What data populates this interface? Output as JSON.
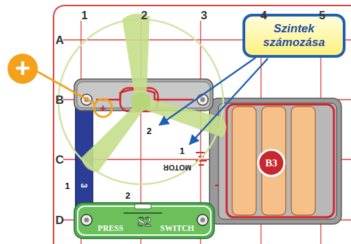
{
  "diagram": {
    "nodes": [
      {
        "text": [
          "+"
        ]
      },
      {
        "text": [
          "Szintek számozása"
        ]
      },
      {
        "text": [
          "MOTOR"
        ]
      },
      {
        "text": [
          "3"
        ]
      },
      {
        "text": [
          "B3"
        ]
      },
      {
        "text": [
          "PRESS",
          "S2",
          "SWITCH"
        ]
      }
    ],
    "labels": [
      "1",
      "2",
      "3",
      "4",
      "5",
      "A",
      "B",
      "C",
      "D",
      "+",
      "2",
      "1",
      "-",
      "1",
      "2"
    ]
  }
}
